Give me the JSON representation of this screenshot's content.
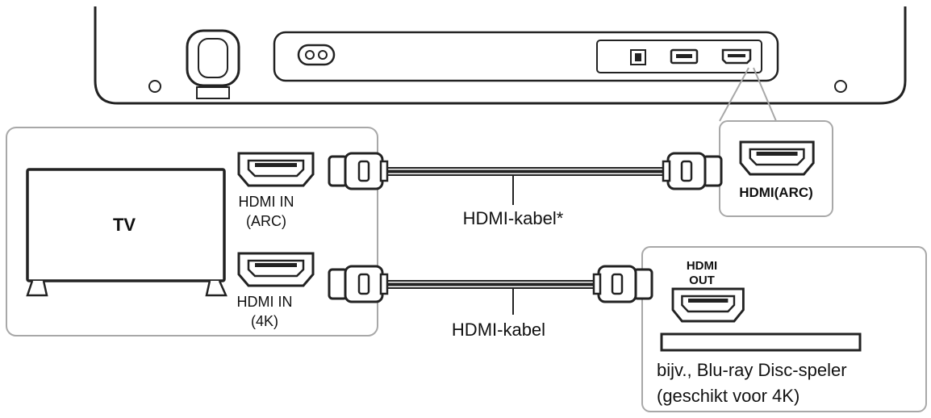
{
  "tv": {
    "label": "TV",
    "port_arc_line1": "HDMI IN",
    "port_arc_line2": "(ARC)",
    "port_4k_line1": "HDMI IN",
    "port_4k_line2": "(4K)"
  },
  "soundbar": {
    "port_label": "HDMI(ARC)"
  },
  "cables": {
    "top_label": "HDMI-kabel*",
    "bottom_label": "HDMI-kabel"
  },
  "player": {
    "port_line1": "HDMI",
    "port_line2": "OUT",
    "caption_line1": "bijv., Blu-ray Disc-speler",
    "caption_line2": "(geschikt voor 4K)"
  },
  "colors": {
    "stroke": "#222222",
    "panel_border": "#a8a8a8",
    "label": "#111111"
  }
}
